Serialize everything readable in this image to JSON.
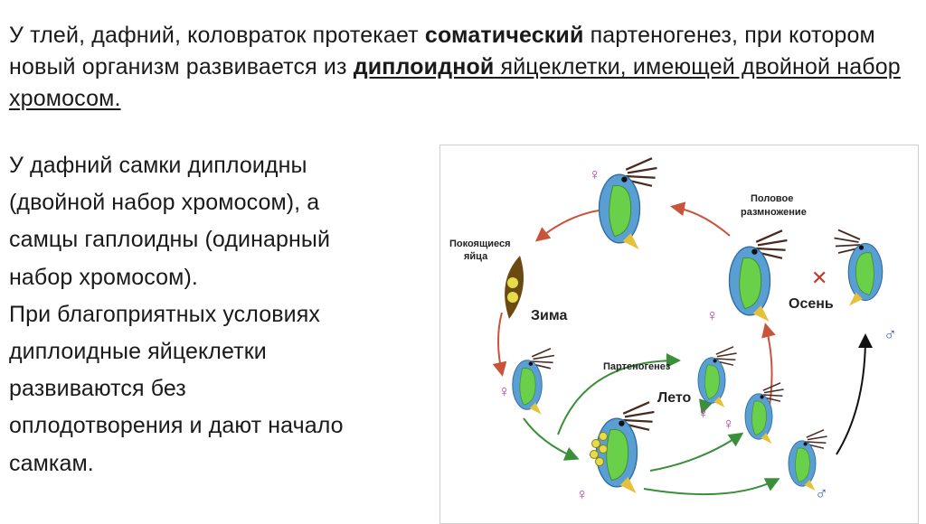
{
  "intro": {
    "part1": "У тлей, дафний, коловраток протекает ",
    "bold1": "соматический",
    "part2": " партеногенез, при котором новый организм развивается из ",
    "bold2": "диплоидной",
    "part3": " яйцеклетки, имеющей двойной набор хромосом."
  },
  "body_lines": [
    "У дафний самки диплоидны",
    "(двойной набор хромосом), а",
    "самцы гаплоидны (одинарный",
    "набор хромосом).",
    "При благоприятных условиях",
    "диплоидные яйцеклетки",
    "развиваются без",
    "оплодотворения и дают начало",
    "самкам."
  ],
  "diagram": {
    "label_resting_1": "Покоящиеся",
    "label_resting_2": "яйца",
    "label_winter": "Зима",
    "label_sexual_1": "Половое",
    "label_sexual_2": "размножение",
    "label_autumn": "Осень",
    "label_partheno": "Партеногенез",
    "label_summer": "Лето",
    "female_symbol": "♀",
    "male_symbol": "♂",
    "cross_symbol": "✕",
    "colors": {
      "body": "#5a9fd4",
      "gut": "#6ad04a",
      "orange_arrow": "#c8553b",
      "green_arrow": "#3b8f3b",
      "black_arrow": "#111111",
      "egg_case": "#6a4a10",
      "egg": "#e6dc4a",
      "female": "#c53aa8",
      "male": "#2f5fcf",
      "cross": "#c0392b"
    }
  }
}
